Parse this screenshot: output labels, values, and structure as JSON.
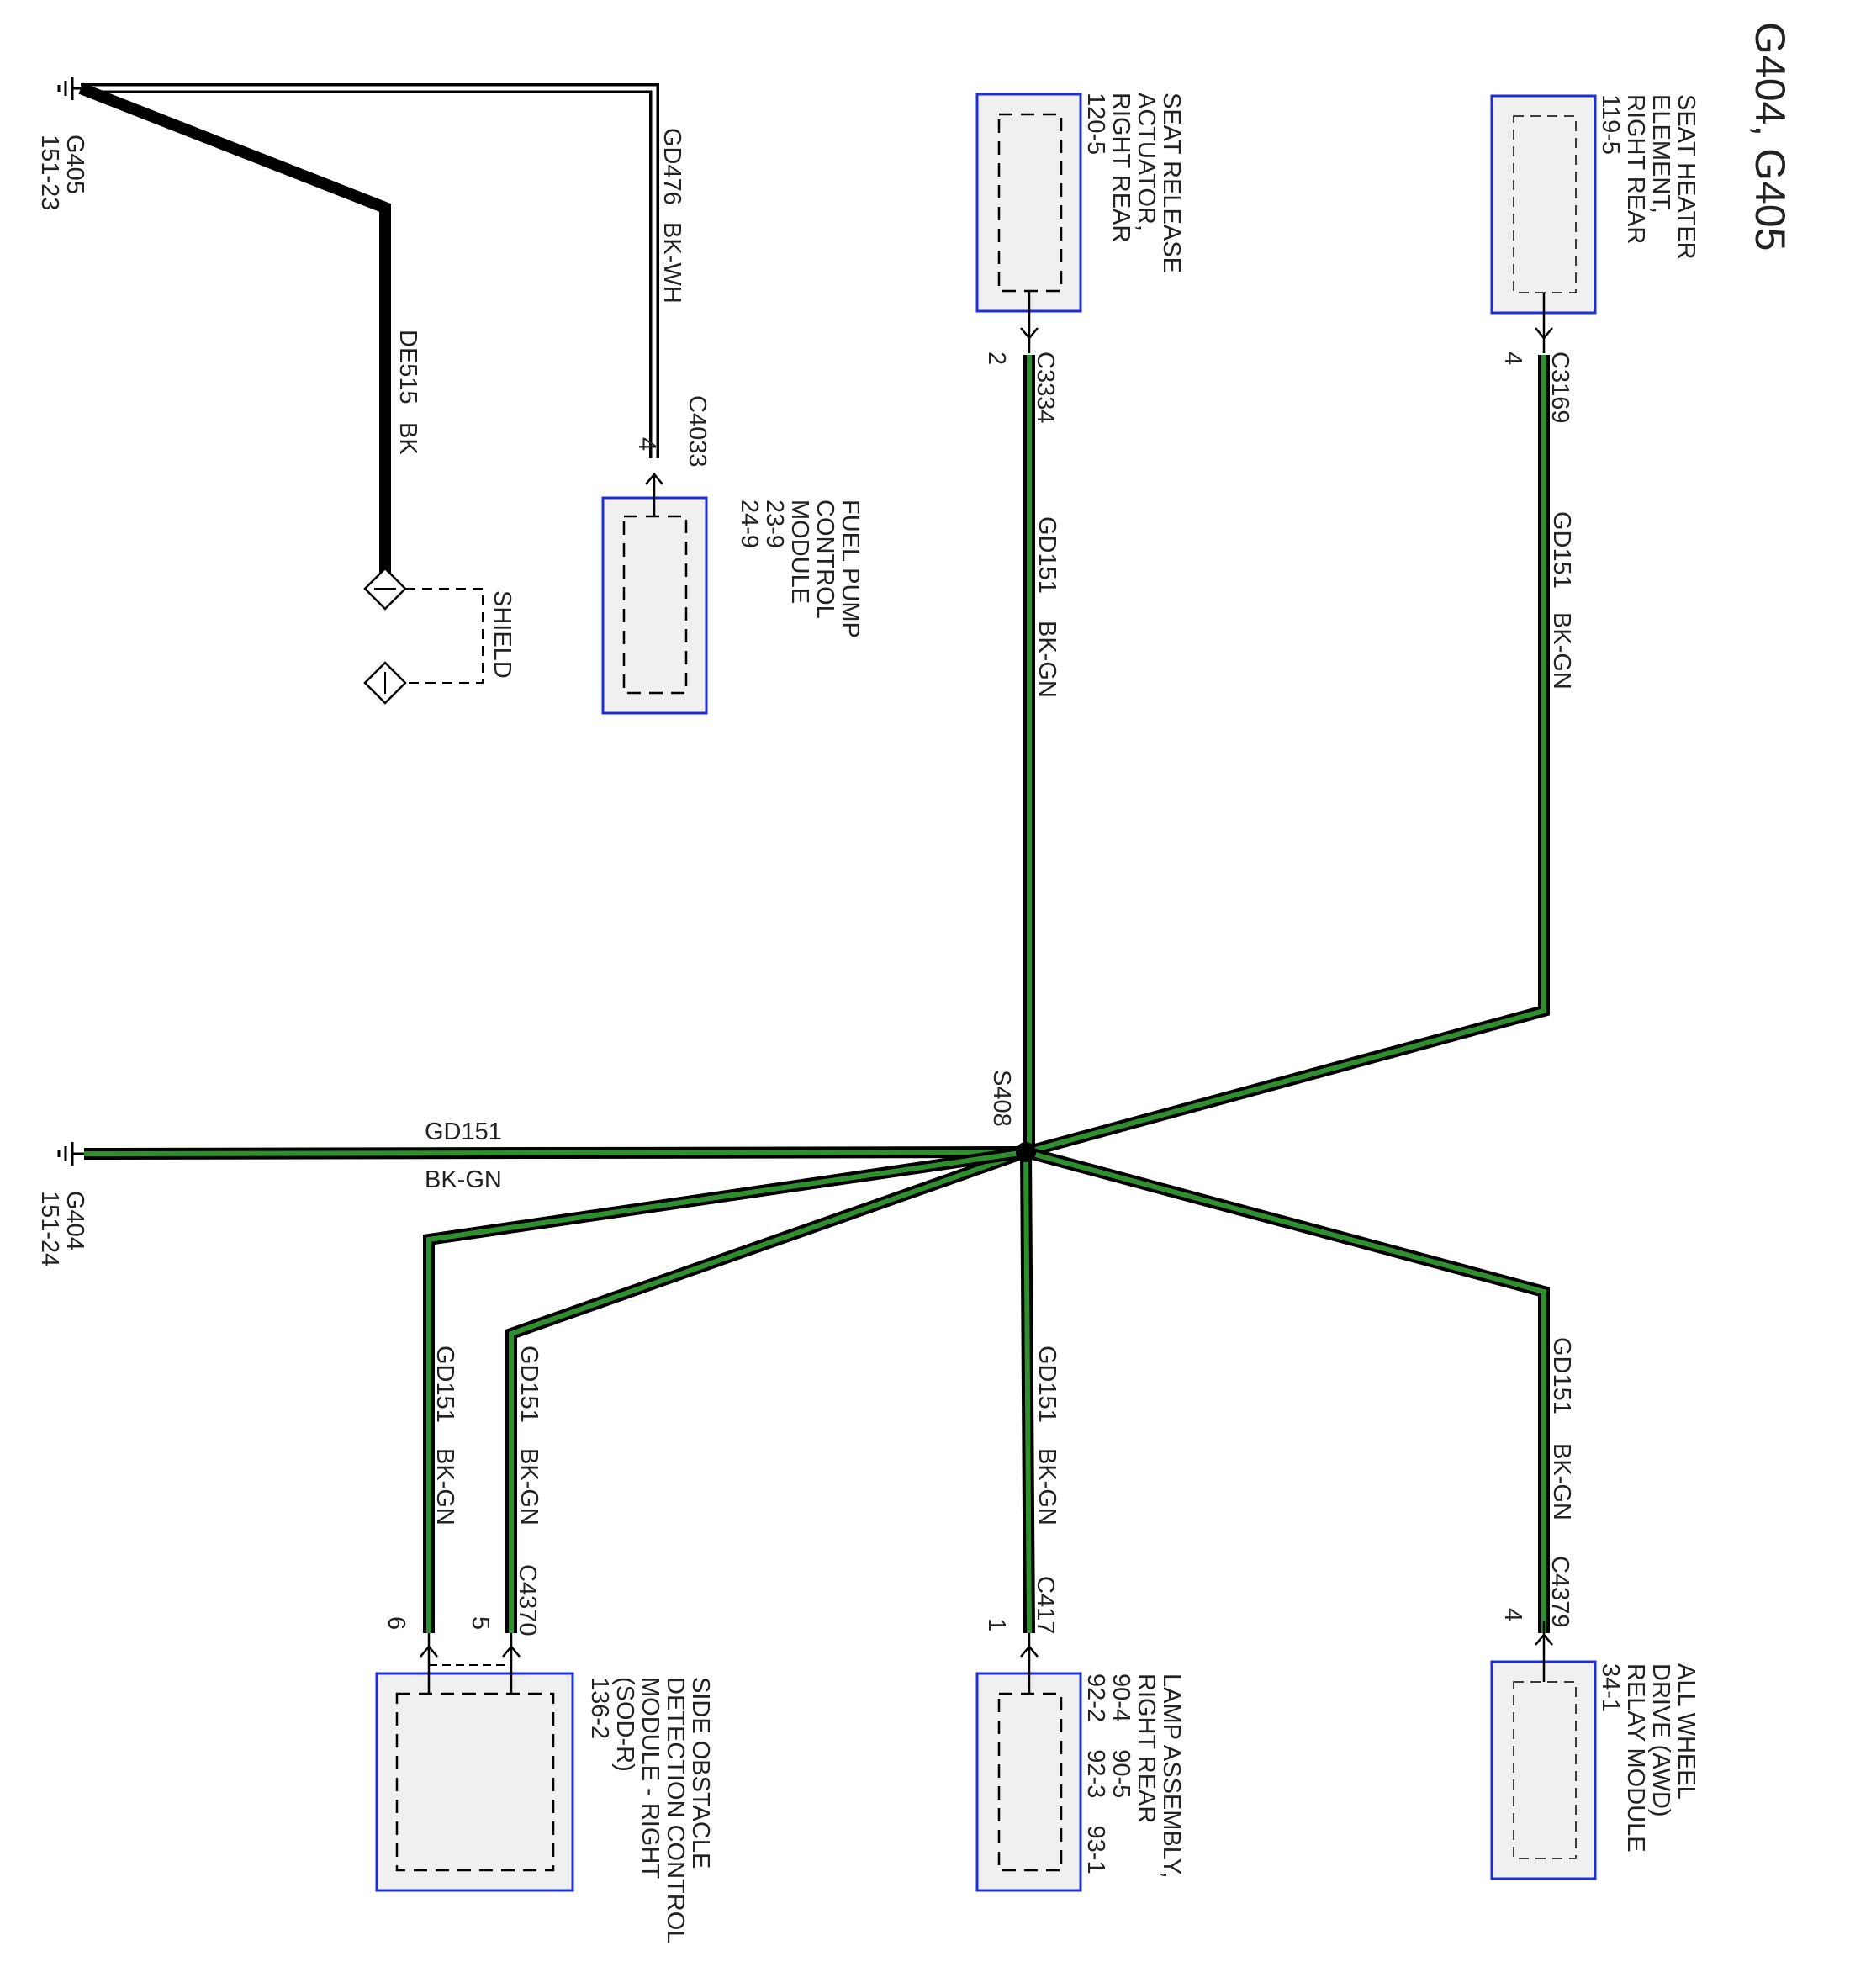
{
  "title": "G404, G405",
  "colors": {
    "wire_dark": "#000000",
    "wire_green": "#2f8f2f",
    "wire_white": "#ffffff",
    "component_border": "#1f2fd6",
    "component_fill": "#f0f0f0",
    "text": "#222222"
  },
  "grounds": [
    {
      "id": "G405",
      "ref": "151-23"
    },
    {
      "id": "G404",
      "ref": "151-24"
    }
  ],
  "wires": {
    "gd476": {
      "circuit": "GD476",
      "color": "BK-WH"
    },
    "de515": {
      "circuit": "DE515",
      "color": "BK"
    },
    "main_gd151": {
      "circuit": "GD151",
      "color": "BK-GN"
    },
    "seat_release": {
      "circuit": "GD151",
      "color": "BK-GN"
    },
    "seat_heater": {
      "circuit": "GD151",
      "color": "BK-GN"
    },
    "lamp": {
      "circuit": "GD151",
      "color": "BK-GN"
    },
    "awd": {
      "circuit": "GD151",
      "color": "BK-GN"
    },
    "sod_5": {
      "circuit": "GD151",
      "color": "BK-GN"
    },
    "sod_6": {
      "circuit": "GD151",
      "color": "BK-GN"
    }
  },
  "shield_label": "SHIELD",
  "splice": "S408",
  "components": {
    "fuel_pump": {
      "name": [
        "FUEL PUMP",
        "CONTROL",
        "MODULE",
        "23-9",
        "24-9"
      ],
      "connector": "C4033",
      "pin": "4"
    },
    "seat_release": {
      "name": [
        "SEAT RELEASE",
        "ACTUATOR,",
        "RIGHT REAR",
        "120-5"
      ],
      "connector": "C3334",
      "pin": "2"
    },
    "seat_heater": {
      "name": [
        "SEAT HEATER",
        "ELEMENT,",
        "RIGHT REAR",
        "119-5"
      ],
      "connector": "C3169",
      "pin": "4"
    },
    "awd": {
      "name": [
        "ALL WHEEL",
        "DRIVE (AWD)",
        "RELAY MODULE",
        "34-1"
      ],
      "connector": "C4379",
      "pin": "4"
    },
    "lamp": {
      "name": [
        "LAMP ASSEMBLY,",
        "RIGHT REAR",
        "90-4    90-5",
        "92-2    92-3    93-1"
      ],
      "connector": "C417",
      "pin": "1"
    },
    "sod": {
      "name": [
        "SIDE OBSTACLE",
        "DETECTION CONTROL",
        "MODULE - RIGHT",
        "(SOD-R)",
        "136-2"
      ],
      "connector": "C4370",
      "pins": [
        "5",
        "6"
      ]
    }
  }
}
